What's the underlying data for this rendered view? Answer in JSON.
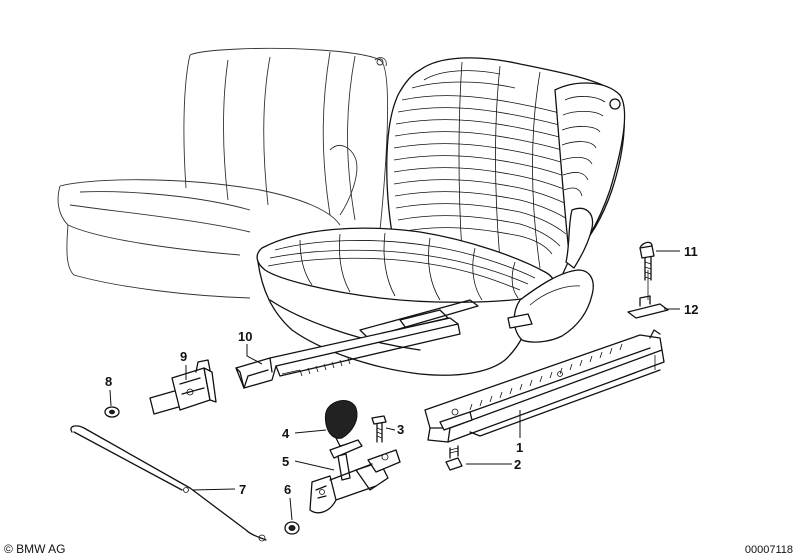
{
  "callouts": [
    {
      "id": "1",
      "label": "1"
    },
    {
      "id": "2",
      "label": "2"
    },
    {
      "id": "3",
      "label": "3"
    },
    {
      "id": "4",
      "label": "4"
    },
    {
      "id": "5",
      "label": "5"
    },
    {
      "id": "6",
      "label": "6"
    },
    {
      "id": "7",
      "label": "7"
    },
    {
      "id": "8",
      "label": "8"
    },
    {
      "id": "9",
      "label": "9"
    },
    {
      "id": "10",
      "label": "10"
    },
    {
      "id": "11",
      "label": "11"
    },
    {
      "id": "12",
      "label": "12"
    }
  ],
  "footer": {
    "copyright": "© BMW AG",
    "diagram_id": "00007118"
  }
}
